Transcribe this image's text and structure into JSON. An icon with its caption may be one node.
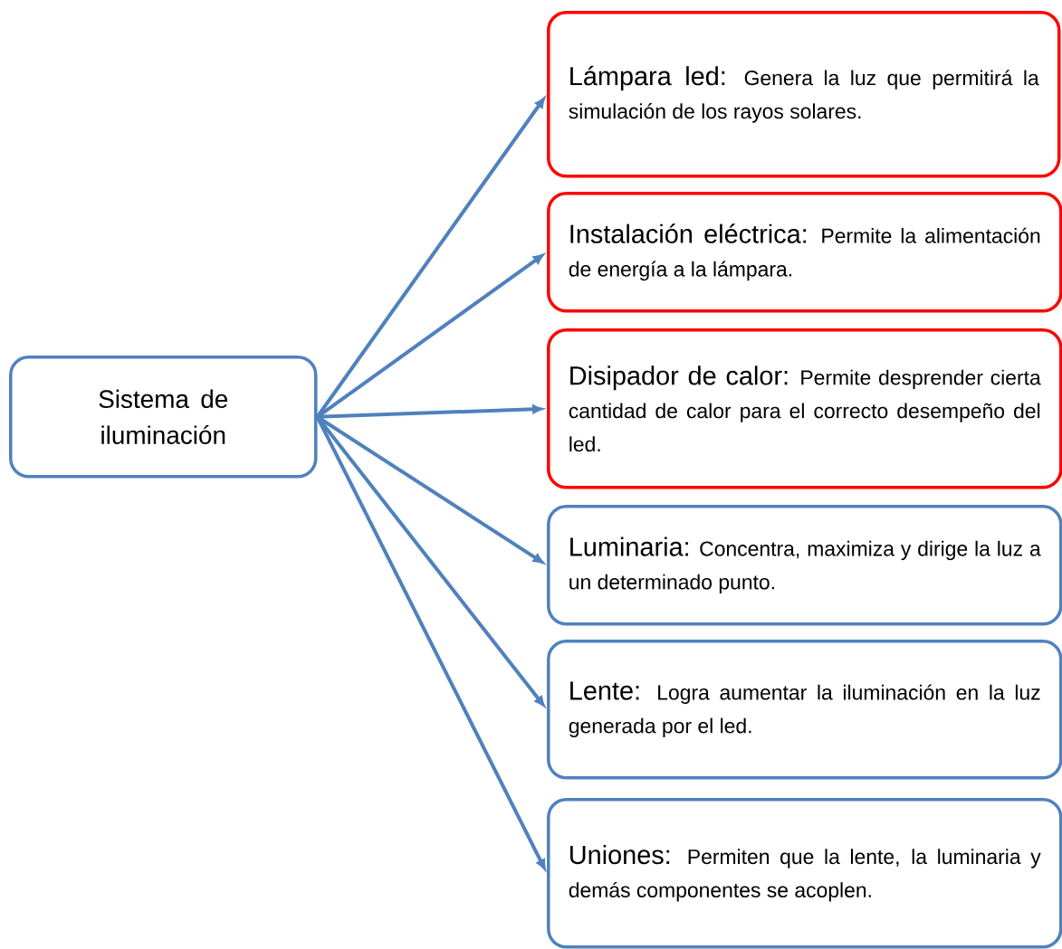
{
  "diagram": {
    "nodes": [
      {
        "text": [
          "Sistema de iluminación"
        ]
      },
      {
        "text": [
          "Lámpara led:",
          "Genera la luz que permitirá la simulación de los rayos solares."
        ]
      },
      {
        "text": [
          "Instalación eléctrica:",
          "Permite la alimentación de energía a la lámpara."
        ]
      },
      {
        "text": [
          "Disipador de calor:",
          "Permite desprender cierta cantidad de calor para el correcto desempeño del led."
        ]
      },
      {
        "text": [
          "Luminaria:",
          "Concentra, maximiza y dirige la luz a un determinado punto."
        ]
      },
      {
        "text": [
          "Lente:",
          "Logra aumentar la iluminación en la luz generada por el led."
        ]
      },
      {
        "text": [
          "Uniones:",
          "Permiten que la lente, la luminaria y demás componentes se acoplen."
        ]
      }
    ],
    "edges": [
      {
        "from": 0,
        "to": 1,
        "arrow": "to"
      },
      {
        "from": 0,
        "to": 2,
        "arrow": "to"
      },
      {
        "from": 0,
        "to": 3,
        "arrow": "to"
      },
      {
        "from": 0,
        "to": 4,
        "arrow": "to"
      },
      {
        "from": 0,
        "to": 5,
        "arrow": "to"
      },
      {
        "from": 0,
        "to": 6,
        "arrow": "to"
      }
    ]
  }
}
